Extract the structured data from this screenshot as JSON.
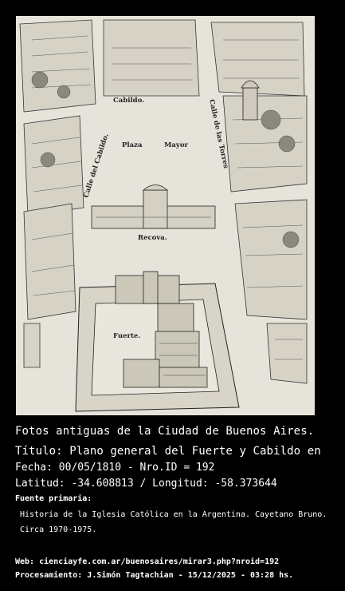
{
  "photo": {
    "labels": {
      "cabildo": "Cabildo.",
      "plaza": "Plaza",
      "mayor": "Mayor",
      "calle_cabildo": "Calle del Cabildo.",
      "calle_torres": "Calle de las Torres",
      "recova": "Recova.",
      "fuerte": "Fuerte."
    }
  },
  "caption": {
    "heading": "Fotos antiguas de la Ciudad de Buenos Aires.",
    "title": "Título: Plano general del Fuerte y Cabildo en",
    "date_id": "Fecha: 00/05/1810  -  Nro.ID = 192",
    "coords": "Latitud: -34.608813 / Longitud: -58.373644",
    "source_label": "Fuente primaria:",
    "source_line1": "Historia de la Iglesia Católica en la Argentina. Cayetano Bruno.",
    "source_line2": "Circa 1970-1975.",
    "web": "Web: cienciayfe.com.ar/buenosaires/mirar3.php?nroid=192",
    "processing": "Procesamiento: J.Simón Tagtachian - 15/12/2025 - 03:28 hs."
  }
}
